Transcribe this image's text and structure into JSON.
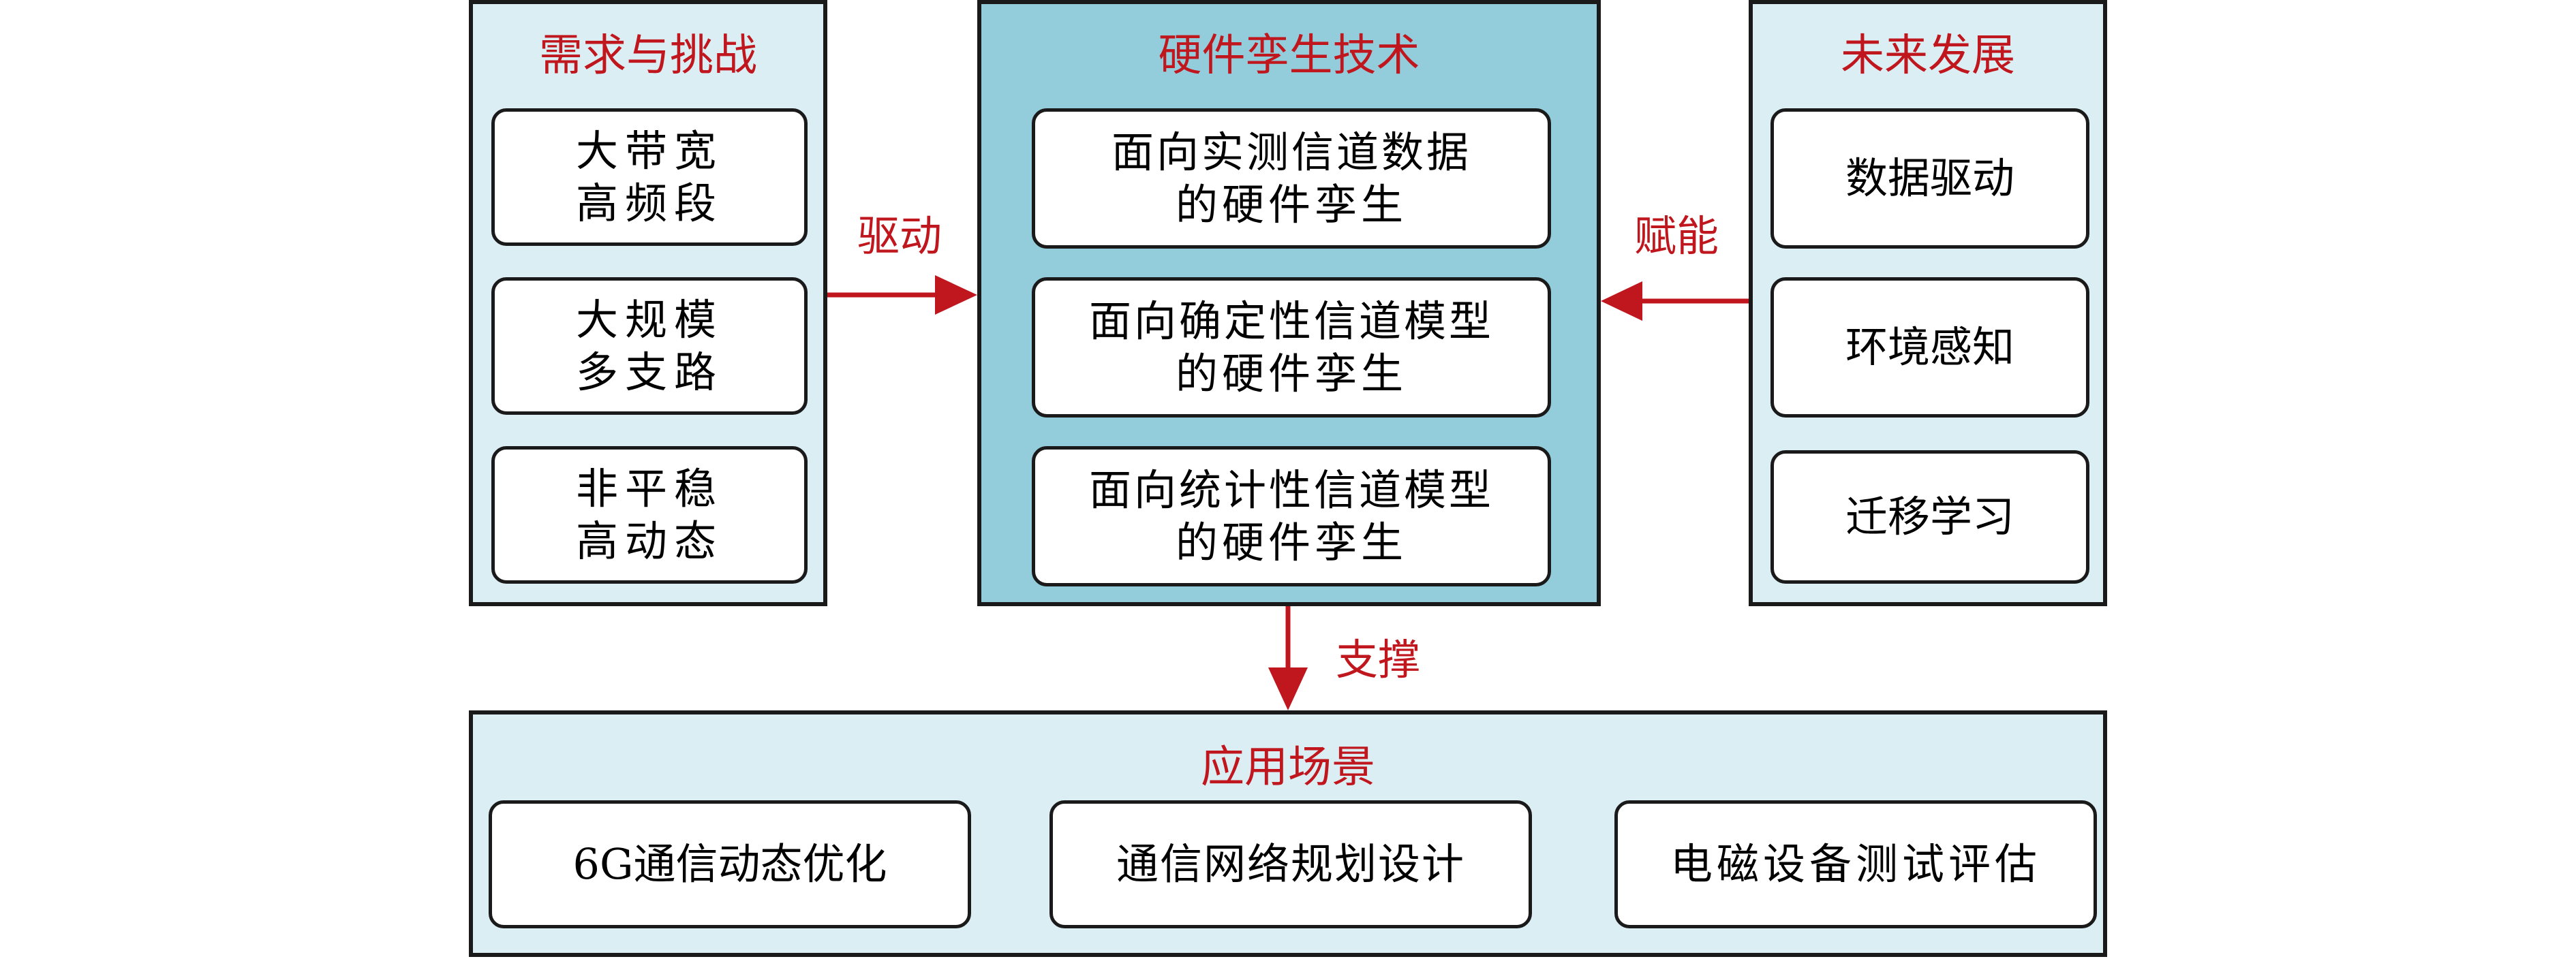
{
  "left_panel": {
    "title": "需求与挑战",
    "cards": [
      {
        "line1": "大带宽",
        "line2": "高频段"
      },
      {
        "line1": "大规模",
        "line2": "多支路"
      },
      {
        "line1": "非平稳",
        "line2": "高动态"
      }
    ]
  },
  "center_panel": {
    "title": "硬件孪生技术",
    "cards": [
      {
        "line1": "面向实测信道数据",
        "line2": "的硬件孪生"
      },
      {
        "line1": "面向确定性信道模型",
        "line2": "的硬件孪生"
      },
      {
        "line1": "面向统计性信道模型",
        "line2": "的硬件孪生"
      }
    ]
  },
  "right_panel": {
    "title": "未来发展",
    "cards": [
      {
        "label": "数据驱动"
      },
      {
        "label": "环境感知"
      },
      {
        "label": "迁移学习"
      }
    ]
  },
  "bottom_panel": {
    "title": "应用场景",
    "cards": [
      {
        "label": "6G通信动态优化"
      },
      {
        "label": "通信网络规划设计"
      },
      {
        "label": "电磁设备测试评估"
      }
    ]
  },
  "arrows": {
    "left_label": "驱动",
    "right_label": "赋能",
    "down_label": "支撑"
  },
  "colors": {
    "accent": "#c0161d",
    "panel_light": "#dbeef4",
    "panel_dark": "#93cddb",
    "border": "#1a1a1a"
  }
}
